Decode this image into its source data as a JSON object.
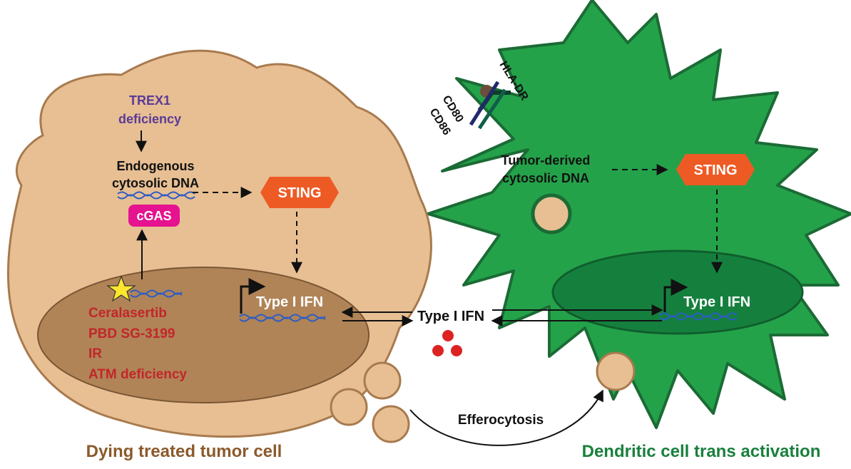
{
  "labels": {
    "trex1_line1": "TREX1",
    "trex1_line2": "deficiency",
    "endo_line1": "Endogenous",
    "endo_line2": "cytosolic DNA",
    "cgas": "cGAS",
    "sting_left": "STING",
    "type_ifn_left": "Type I IFN",
    "treatments": [
      "Ceralasertib",
      "PBD SG-3199",
      "IR",
      "ATM deficiency"
    ],
    "type_ifn_center": "Type I IFN",
    "hla_dr": "HLA-DR",
    "cd80": "CD80",
    "cd86": "CD86",
    "tumor_dna_line1": "Tumor-derived",
    "tumor_dna_line2": "cytosolic DNA",
    "sting_right": "STING",
    "type_ifn_right": "Type I IFN",
    "efferocytosis": "Efferocytosis",
    "caption_left": "Dying treated tumor cell",
    "caption_right": "Dendritic cell trans activation"
  },
  "colors": {
    "tumor_cell_fill": "#e7bf93",
    "tumor_cell_stroke": "#a87a4e",
    "tumor_nucleus": "#b08457",
    "dc_fill": "#24a24a",
    "dc_stroke": "#1b6b35",
    "dc_nucleus": "#15803e",
    "sting": "#ee5a24",
    "cgas": "#e5138f",
    "trex1_text": "#5b3a96",
    "treatment_text": "#c2262b",
    "caption_left": "#8b5a2b",
    "caption_right": "#19803d",
    "dna": "#2d5cc4",
    "ifn_dots": "#dd2222",
    "star": "#ffe62e"
  }
}
